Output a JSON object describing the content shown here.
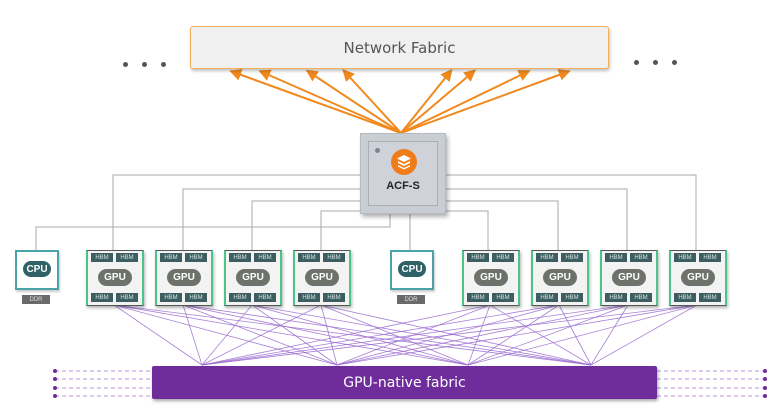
{
  "network_fabric": {
    "label": "Network Fabric"
  },
  "switch": {
    "label": "ACF-S",
    "icon": "stacked-layers-icon"
  },
  "gpu_fabric": {
    "label": "GPU-native fabric"
  },
  "ellipsis_left": "...",
  "ellipsis_right": "...",
  "nodes": [
    {
      "type": "cpu",
      "label": "CPU",
      "memory": "DDR"
    },
    {
      "type": "gpu",
      "label": "GPU",
      "hbm": [
        "HBM",
        "HBM",
        "HBM",
        "HBM"
      ]
    },
    {
      "type": "gpu",
      "label": "GPU",
      "hbm": [
        "HBM",
        "HBM",
        "HBM",
        "HBM"
      ]
    },
    {
      "type": "gpu",
      "label": "GPU",
      "hbm": [
        "HBM",
        "HBM",
        "HBM",
        "HBM"
      ]
    },
    {
      "type": "gpu",
      "label": "GPU",
      "hbm": [
        "HBM",
        "HBM",
        "HBM",
        "HBM"
      ]
    },
    {
      "type": "cpu",
      "label": "CPU",
      "memory": "DDR"
    },
    {
      "type": "gpu",
      "label": "GPU",
      "hbm": [
        "HBM",
        "HBM",
        "HBM",
        "HBM"
      ]
    },
    {
      "type": "gpu",
      "label": "GPU",
      "hbm": [
        "HBM",
        "HBM",
        "HBM",
        "HBM"
      ]
    },
    {
      "type": "gpu",
      "label": "GPU",
      "hbm": [
        "HBM",
        "HBM",
        "HBM",
        "HBM"
      ]
    },
    {
      "type": "gpu",
      "label": "GPU",
      "hbm": [
        "HBM",
        "HBM",
        "HBM",
        "HBM"
      ]
    }
  ],
  "colors": {
    "uplink": "#f0891e",
    "pcie": "#a8a8a8",
    "scaleup": "#9a6ad0",
    "fabric": "#6f2d9c",
    "switch_logo": "#f07d1a"
  }
}
